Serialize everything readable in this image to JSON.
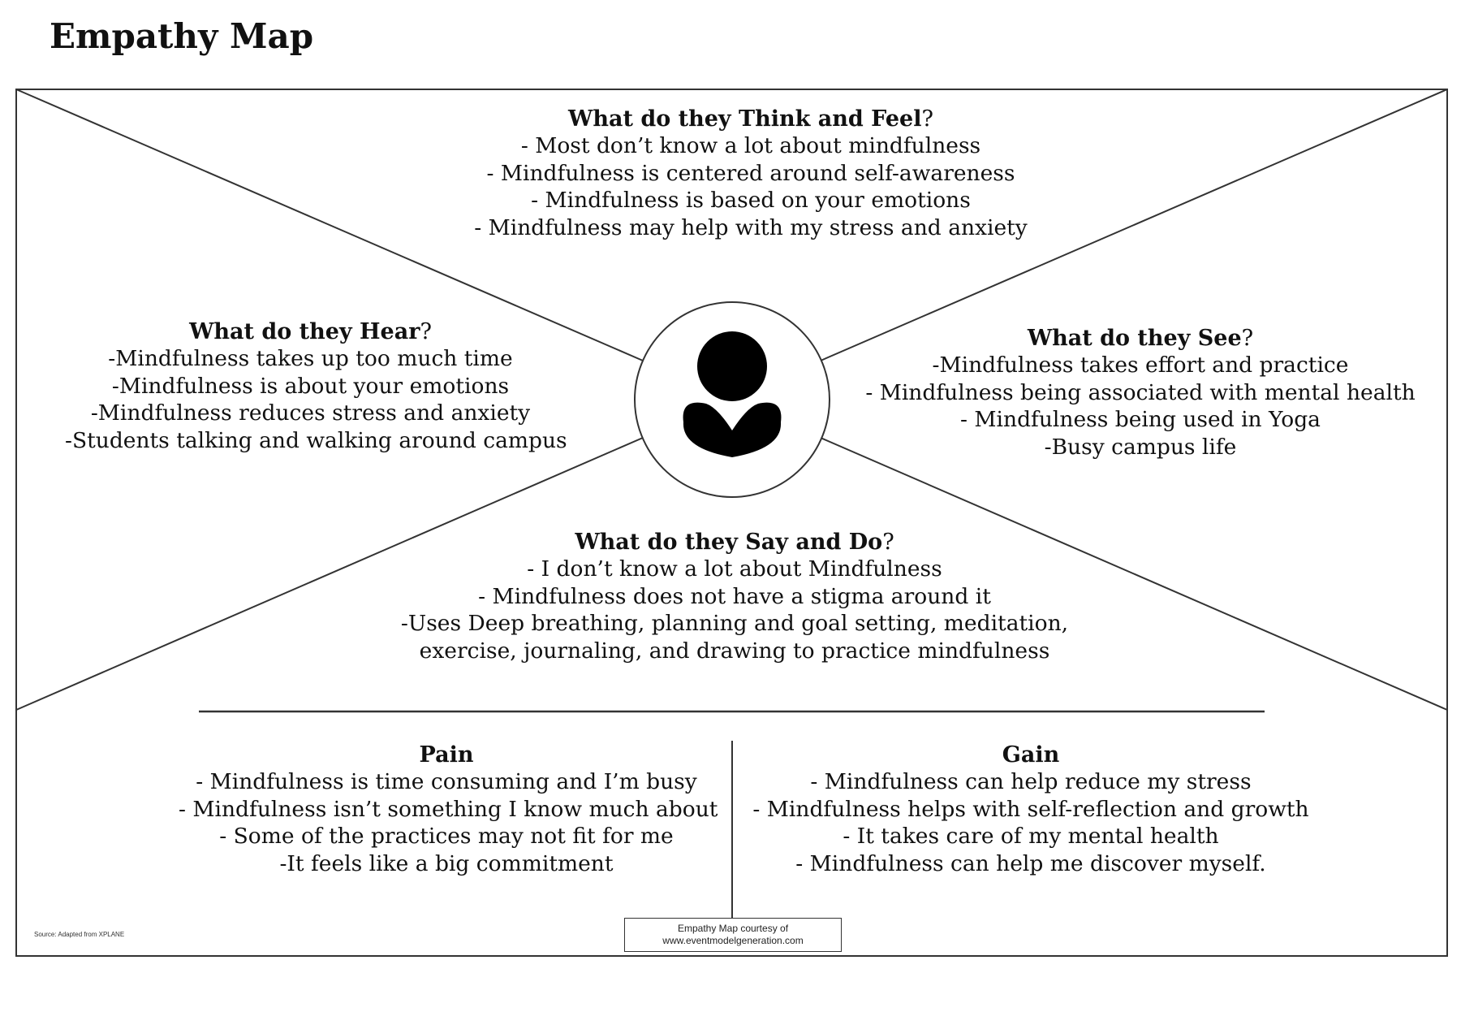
{
  "title": "Empathy Map",
  "sections": {
    "think_feel": {
      "heading_bold": "What do they Think and Feel",
      "heading_suffix": "?",
      "lines": [
        "- Most don’t know a lot about mindfulness",
        "- Mindfulness is centered around self-awareness",
        "- Mindfulness is based on your emotions",
        "- Mindfulness may help with my stress and anxiety"
      ]
    },
    "hear": {
      "heading_bold": "What do they Hear",
      "heading_suffix": "?",
      "lines": [
        "-Mindfulness takes up too much time",
        "-Mindfulness is about your emotions",
        "-Mindfulness reduces stress and anxiety",
        "-Students talking and walking around campus"
      ]
    },
    "see": {
      "heading_bold": "What do they See",
      "heading_suffix": "?",
      "lines": [
        "-Mindfulness takes effort and practice",
        "- Mindfulness being associated with mental health",
        "- Mindfulness being used in Yoga",
        "-Busy campus life"
      ]
    },
    "say_do": {
      "heading_bold": "What do they Say and Do",
      "heading_suffix": "?",
      "lines": [
        "- I don’t know a lot about Mindfulness",
        "- Mindfulness does not have a stigma around it",
        "-Uses Deep breathing, planning and goal setting, meditation,",
        "exercise, journaling, and drawing to practice mindfulness"
      ]
    },
    "pain": {
      "heading_bold": "Pain",
      "heading_suffix": "",
      "lines": [
        "- Mindfulness is time consuming and I’m busy",
        "- Mindfulness isn’t something I know much about",
        "- Some of the practices may not fit for me",
        "-It feels like a big commitment"
      ]
    },
    "gain": {
      "heading_bold": "Gain",
      "heading_suffix": "",
      "lines": [
        "- Mindfulness can help reduce my stress",
        "- Mindfulness helps with self-reflection and growth",
        "- It takes care of my mental health",
        "- Mindfulness can help me discover myself."
      ]
    }
  },
  "center_icon": "user-avatar-icon",
  "footer": {
    "source_note": "Source: Adapted from XPLANE",
    "credit_line1": "Empathy Map courtesy of",
    "credit_line2": "www.eventmodelgeneration.com"
  }
}
